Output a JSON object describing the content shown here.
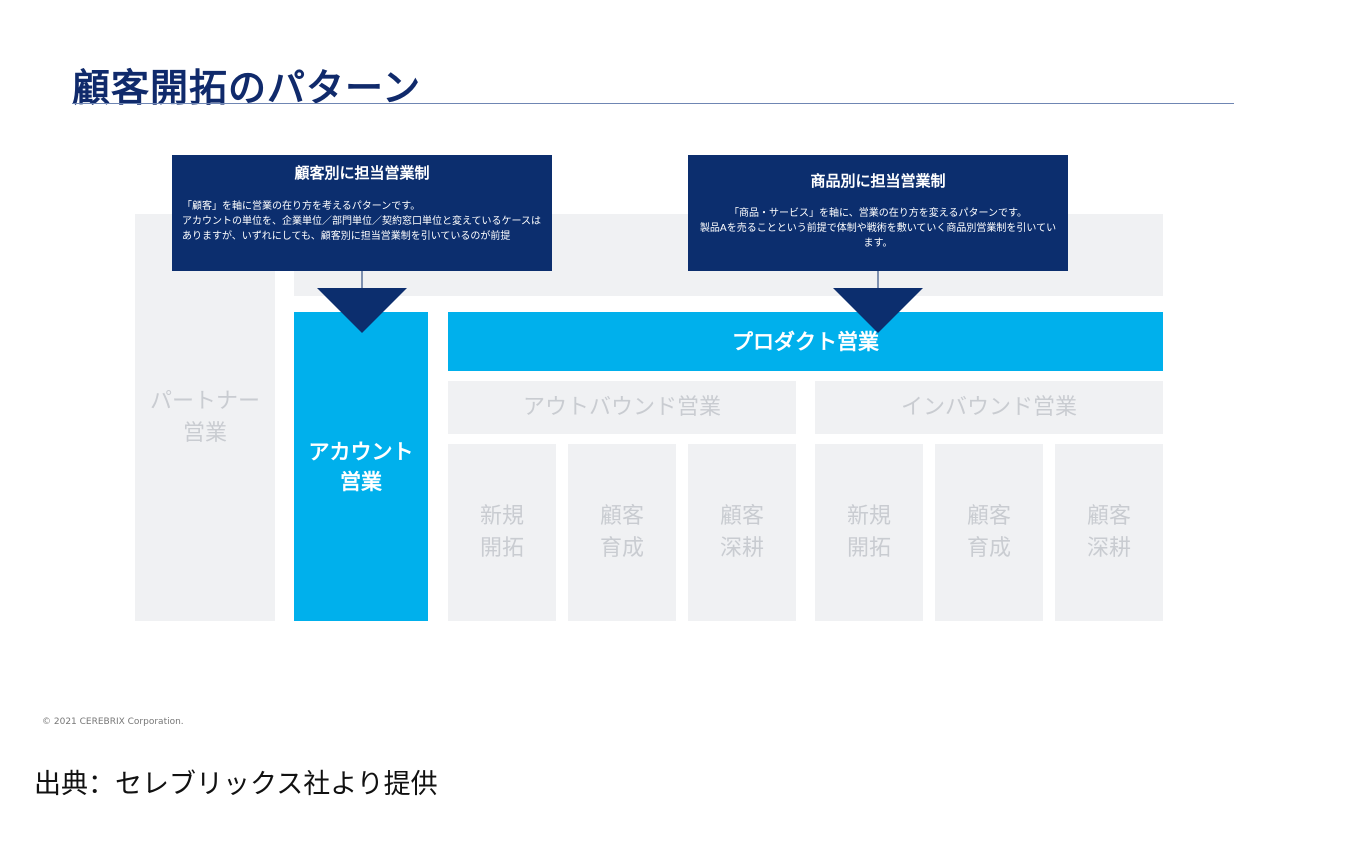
{
  "title": "顧客開拓のパターン",
  "colors": {
    "navy": "#0c2e6e",
    "cyan": "#00b0ec",
    "grey_box": "#f0f1f3",
    "grey_text": "#c9ccd1"
  },
  "callouts": {
    "customer": {
      "title": "顧客別に担当営業制",
      "body": "「顧客」を軸に営業の在り方を考えるパターンです。\nアカウントの単位を、企業単位／部門単位／契約窓口単位と変えているケースはありますが、いずれにしても、顧客別に担当営業制を引いているのが前提"
    },
    "product": {
      "title": "商品別に担当営業制",
      "body": "「商品・サービス」を軸に、営業の在り方を変えるパターンです。\n製品Aを売ることという前提で体制や戦術を敷いていく商品別営業制を引いています。"
    }
  },
  "diagram": {
    "partner": "パートナー\n営業",
    "account": "アカウント\n営業",
    "product": "プロダクト営業",
    "outbound": "アウトバウンド営業",
    "inbound": "インバウンド営業",
    "outbound_items": [
      "新規\n開拓",
      "顧客\n育成",
      "顧客\n深耕"
    ],
    "inbound_items": [
      "新規\n開拓",
      "顧客\n育成",
      "顧客\n深耕"
    ]
  },
  "footer": {
    "copyright": "© 2021 CEREBRIX Corporation.",
    "source": "出典：セレブリックス社より提供"
  }
}
